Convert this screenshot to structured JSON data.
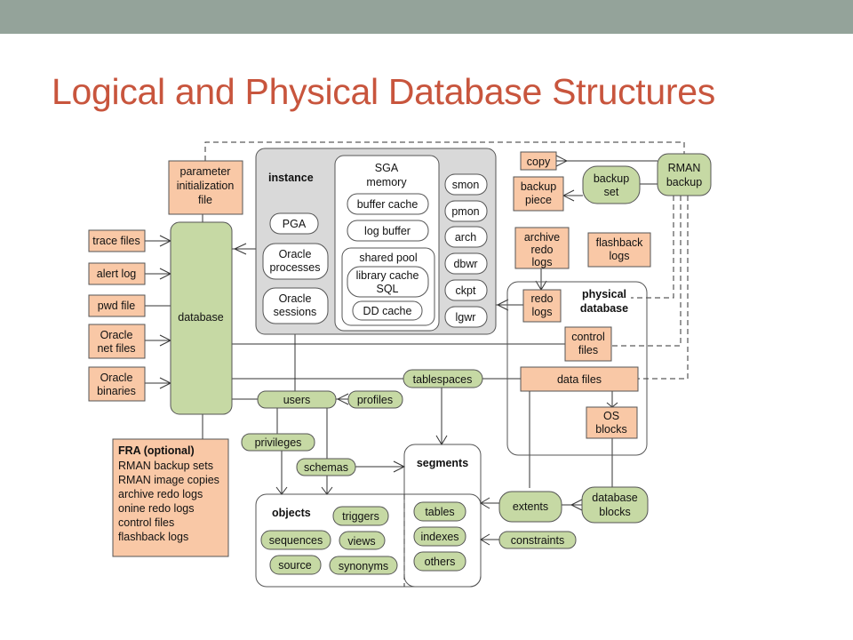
{
  "title": "Logical and Physical Database Structures",
  "colors": {
    "header_bar": "#94a39a",
    "title": "#c8553d",
    "orange": "#f9c8a6",
    "green": "#c6d9a4",
    "gray": "#d9d9d9"
  },
  "diagram": {
    "parameter_file": [
      "parameter",
      "initialization",
      "file"
    ],
    "instance": "instance",
    "sga": [
      "SGA",
      "memory"
    ],
    "pga": "PGA",
    "oracle_processes": [
      "Oracle",
      "processes"
    ],
    "oracle_sessions": [
      "Oracle",
      "sessions"
    ],
    "buffer_cache": "buffer cache",
    "log_buffer": "log buffer",
    "shared_pool": "shared pool",
    "library_cache": [
      "library cache",
      "SQL"
    ],
    "dd_cache": "DD cache",
    "smon": "smon",
    "pmon": "pmon",
    "arch": "arch",
    "dbwr": "dbwr",
    "ckpt": "ckpt",
    "lgwr": "lgwr",
    "copy": "copy",
    "backup_piece": [
      "backup",
      "piece"
    ],
    "backup_set": [
      "backup",
      "set"
    ],
    "rman_backup": [
      "RMAN",
      "backup"
    ],
    "archive_redo_logs": [
      "archive",
      "redo",
      "logs"
    ],
    "flashback_logs": [
      "flashback",
      "logs"
    ],
    "redo_logs": [
      "redo",
      "logs"
    ],
    "physical_database": [
      "physical",
      "database"
    ],
    "control_files": [
      "control",
      "files"
    ],
    "data_files": "data files",
    "os_blocks": [
      "OS",
      "blocks"
    ],
    "database_blocks": [
      "database",
      "blocks"
    ],
    "trace_files": "trace files",
    "alert_log": "alert log",
    "pwd_file": "pwd file",
    "oracle_net_files": [
      "Oracle",
      "net files"
    ],
    "oracle_binaries": [
      "Oracle",
      "binaries"
    ],
    "database": "database",
    "tablespaces": "tablespaces",
    "users": "users",
    "profiles": "profiles",
    "privileges": "privileges",
    "schemas": "schemas",
    "segments": "segments",
    "extents": "extents",
    "constraints": "constraints",
    "objects": "objects",
    "triggers": "triggers",
    "sequences": "sequences",
    "views": "views",
    "source": "source",
    "synonyms": "synonyms",
    "tables": "tables",
    "indexes": "indexes",
    "others": "others",
    "fra": {
      "title": "FRA (optional)",
      "items": [
        "RMAN backup sets",
        "RMAN image copies",
        "archive redo logs",
        "onine redo logs",
        "control files",
        "flashback logs"
      ]
    }
  }
}
